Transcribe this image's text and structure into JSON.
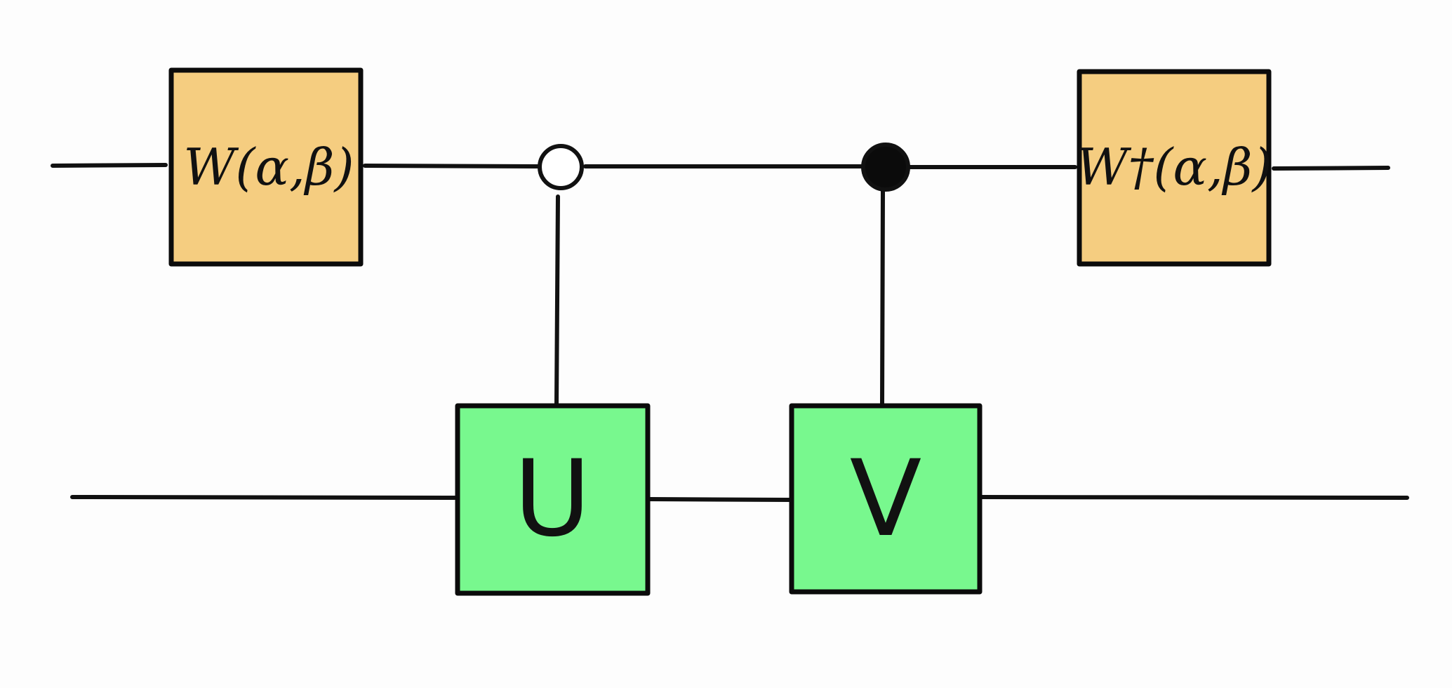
{
  "diagram": {
    "colors": {
      "wire": "#111111",
      "w_gate_fill": "#f5cd80",
      "unitary_gate_fill": "#78f88e",
      "open_control_fill": "#ffffff",
      "closed_control_fill": "#0b0b0b"
    },
    "gates": {
      "w": {
        "label": "W(α,β)"
      },
      "w_dagger": {
        "label": "W†(α,β)"
      },
      "u": {
        "label": "U"
      },
      "v": {
        "label": "V"
      }
    },
    "controls": {
      "open": {
        "type": "open-circle",
        "target": "U"
      },
      "closed": {
        "type": "filled-circle",
        "target": "V"
      }
    }
  }
}
